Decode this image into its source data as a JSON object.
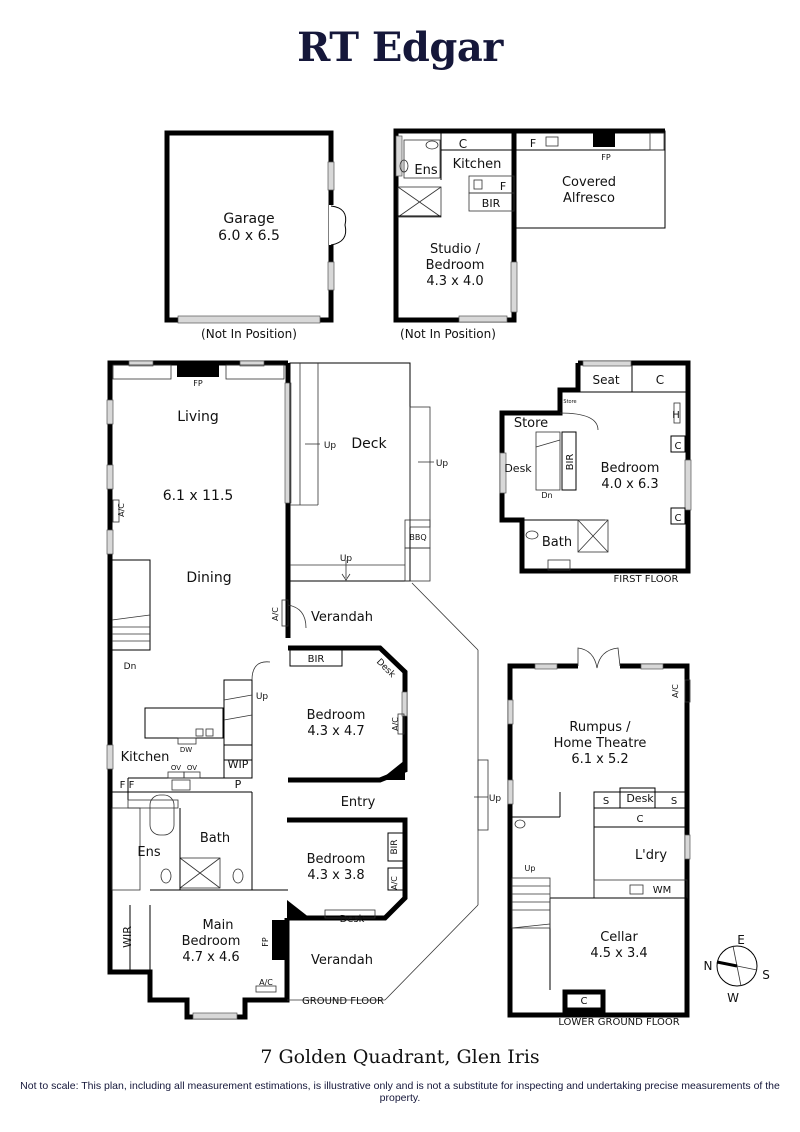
{
  "header": {
    "brand": "RT Edgar"
  },
  "outbuildings": {
    "garage": {
      "name": "Garage",
      "dims": "6.0 x 6.5",
      "note": "(Not In Position)"
    },
    "studio": {
      "ensuite": "Ens",
      "kitchen": "Kitchen",
      "cupboard": "C",
      "fridge": "F",
      "bir": "BIR",
      "name_line1": "Studio /",
      "name_line2": "Bedroom",
      "dims": "4.3 x 4.0",
      "note": "(Not In Position)"
    },
    "alfresco": {
      "line1": "Covered",
      "line2": "Alfresco",
      "fridge": "F",
      "fireplace": "FP"
    }
  },
  "ground_floor": {
    "label": "GROUND FLOOR",
    "rooms": {
      "living": "Living",
      "living_dims": "6.1 x 11.5",
      "dining": "Dining",
      "fireplace": "FP",
      "ac": "A/C",
      "deck": "Deck",
      "bbq": "BBQ",
      "up": "Up",
      "dn": "Dn",
      "verandah_top": "Verandah",
      "verandah_bottom": "Verandah",
      "kitchen": "Kitchen",
      "dw": "DW",
      "ov": "OV",
      "wip": "WIP",
      "pantry": "P",
      "ff": "F F",
      "bedroom2": "Bedroom",
      "bedroom2_dims": "4.3 x 4.7",
      "bir": "BIR",
      "desk": "Desk",
      "entry": "Entry",
      "bath": "Bath",
      "ens": "Ens",
      "wir": "WIR",
      "bedroom3": "Bedroom",
      "bedroom3_dims": "4.3 x 3.8",
      "main_line1": "Main",
      "main_line2": "Bedroom",
      "main_dims": "4.7 x 4.6"
    }
  },
  "first_floor": {
    "label": "FIRST FLOOR",
    "rooms": {
      "seat": "Seat",
      "c": "C",
      "store": "Store",
      "store_small": "Store",
      "h": "H",
      "desk": "Desk",
      "bir": "BIR",
      "dn": "Dn",
      "bedroom": "Bedroom",
      "bedroom_dims": "4.0 x 6.3",
      "bath": "Bath"
    }
  },
  "lower_ground": {
    "label": "LOWER GROUND FLOOR",
    "rooms": {
      "rumpus_line1": "Rumpus /",
      "rumpus_line2": "Home Theatre",
      "rumpus_dims": "6.1 x 5.2",
      "ac": "A/C",
      "s": "S",
      "desk": "Desk",
      "c": "C",
      "up": "Up",
      "laundry": "L'dry",
      "wm": "WM",
      "cellar": "Cellar",
      "cellar_dims": "4.5 x 3.4"
    }
  },
  "compass": {
    "n": "N",
    "e": "E",
    "s": "S",
    "w": "W"
  },
  "footer": {
    "address": "7 Golden Quadrant, Glen Iris",
    "disclaimer": "Not to scale: This plan, including all measurement estimations, is illustrative only and is not a substitute for inspecting and undertaking precise measurements of the property."
  },
  "colors": {
    "brand": "#15173a",
    "wall": "#000000",
    "window": "#bdbdbd"
  }
}
